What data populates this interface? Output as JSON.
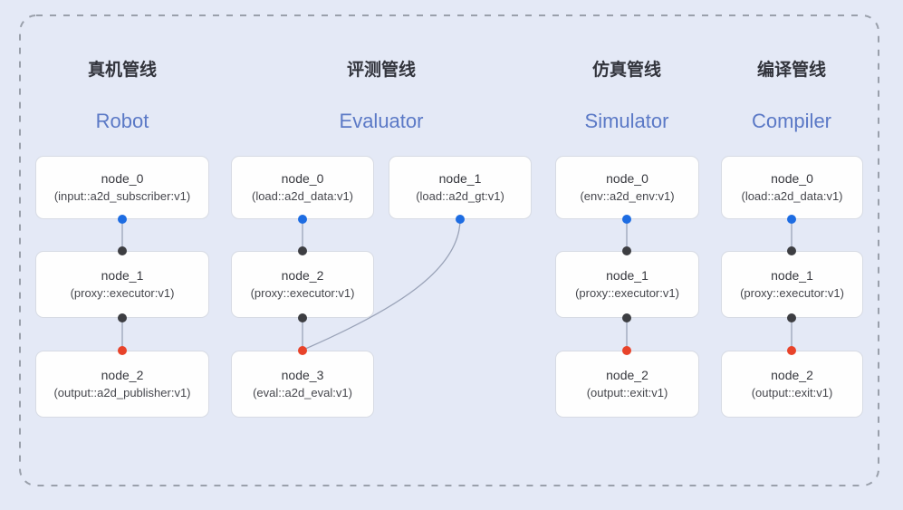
{
  "diagram": {
    "pipelines": [
      {
        "title_zh": "真机管线",
        "title_en": "Robot",
        "nodes": [
          {
            "name": "node_0",
            "type": "(input::a2d_subscriber:v1)"
          },
          {
            "name": "node_1",
            "type": "(proxy::executor:v1)"
          },
          {
            "name": "node_2",
            "type": "(output::a2d_publisher:v1)"
          }
        ]
      },
      {
        "title_zh": "评测管线",
        "title_en": "Evaluator",
        "nodes": [
          {
            "name": "node_0",
            "type": "(load::a2d_data:v1)"
          },
          {
            "name": "node_1",
            "type": "(load::a2d_gt:v1)"
          },
          {
            "name": "node_2",
            "type": "(proxy::executor:v1)"
          },
          {
            "name": "node_3",
            "type": "(eval::a2d_eval:v1)"
          }
        ]
      },
      {
        "title_zh": "仿真管线",
        "title_en": "Simulator",
        "nodes": [
          {
            "name": "node_0",
            "type": "(env::a2d_env:v1)"
          },
          {
            "name": "node_1",
            "type": "(proxy::executor:v1)"
          },
          {
            "name": "node_2",
            "type": "(output::exit:v1)"
          }
        ]
      },
      {
        "title_zh": "编译管线",
        "title_en": "Compiler",
        "nodes": [
          {
            "name": "node_0",
            "type": "(load::a2d_data:v1)"
          },
          {
            "name": "node_1",
            "type": "(proxy::executor:v1)"
          },
          {
            "name": "node_2",
            "type": "(output::exit:v1)"
          }
        ]
      }
    ],
    "colors": {
      "background": "#e4e9f6",
      "dashed_border": "#9aa0ab",
      "connector": "#9aa3b8",
      "input_port_dot": "#1d6ce2",
      "internal_port_dot": "#3d3e42",
      "output_port_dot": "#e8432a",
      "title_zh": "#32343c",
      "title_en": "#5b79c6",
      "node_box_bg": "#fefefe",
      "node_box_border": "#d7dbe4"
    }
  }
}
